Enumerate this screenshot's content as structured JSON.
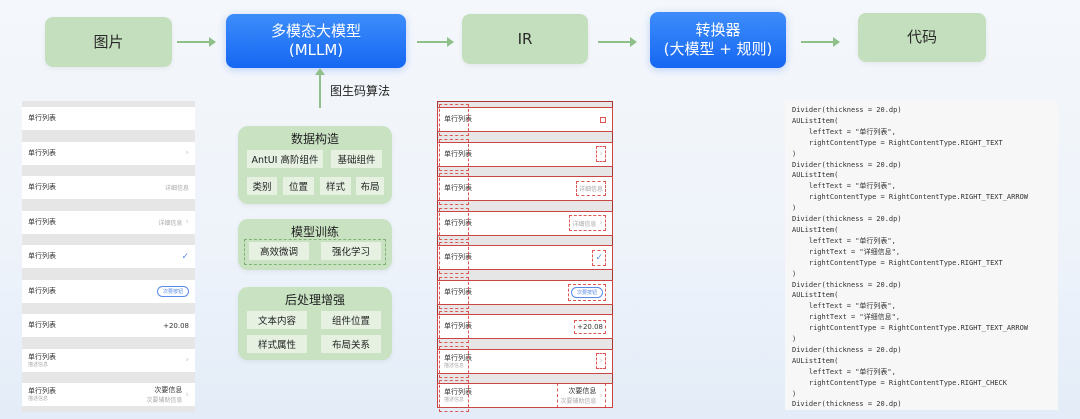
{
  "flow": {
    "image": "图片",
    "mllm": [
      "多模态大模型",
      "(MLLM)"
    ],
    "ir": "IR",
    "converter": [
      "转换器",
      "(大模型 + 规则)"
    ],
    "code": "代码",
    "algo_label": "图生码算法"
  },
  "panels": {
    "data": {
      "title": "数据构造",
      "chips": [
        "AntUI 高阶组件",
        "基础组件",
        "类别",
        "位置",
        "样式",
        "布局"
      ]
    },
    "training": {
      "title": "模型训练",
      "chips": [
        "高效微调",
        "强化学习"
      ]
    },
    "post": {
      "title": "后处理增强",
      "chips": [
        "文本内容",
        "组件位置",
        "样式属性",
        "布局关系"
      ]
    }
  },
  "list_items": [
    {
      "left": "单行列表",
      "type": "none"
    },
    {
      "left": "单行列表",
      "type": "arrow"
    },
    {
      "left": "单行列表",
      "type": "text",
      "right": "详细信息"
    },
    {
      "left": "单行列表",
      "type": "text_arrow",
      "right": "详细信息"
    },
    {
      "left": "单行列表",
      "type": "check"
    },
    {
      "left": "单行列表",
      "type": "button",
      "right": "次要按钮"
    },
    {
      "left": "单行列表",
      "type": "amount",
      "right": "+20.08"
    },
    {
      "left": "单行列表",
      "sub": "描述信息",
      "type": "arrow"
    },
    {
      "left": "单行列表",
      "sub": "描述信息",
      "type": "two_line_arrow",
      "right": "次要信息",
      "right_sub": "次要辅助信息"
    }
  ],
  "code_lines": [
    "Divider(thickness = 20.dp)",
    "AUListItem(",
    "    leftText = \"单行列表\",",
    "    rightContentType = RightContentType.RIGHT_TEXT",
    ")",
    "Divider(thickness = 20.dp)",
    "AUListItem(",
    "    leftText = \"单行列表\",",
    "    rightContentType = RightContentType.RIGHT_TEXT_ARROW",
    ")",
    "Divider(thickness = 20.dp)",
    "AUListItem(",
    "    leftText = \"单行列表\",",
    "    rightText = \"详细信息\",",
    "    rightContentType = RightContentType.RIGHT_TEXT",
    ")",
    "Divider(thickness = 20.dp)",
    "AUListItem(",
    "    leftText = \"单行列表\",",
    "    rightText = \"详细信息\",",
    "    rightContentType = RightContentType.RIGHT_TEXT_ARROW",
    ")",
    "Divider(thickness = 20.dp)",
    "AUListItem(",
    "    leftText = \"单行列表\",",
    "    rightContentType = RightContentType.RIGHT_CHECK",
    ")",
    "Divider(thickness = 20.dp)"
  ]
}
